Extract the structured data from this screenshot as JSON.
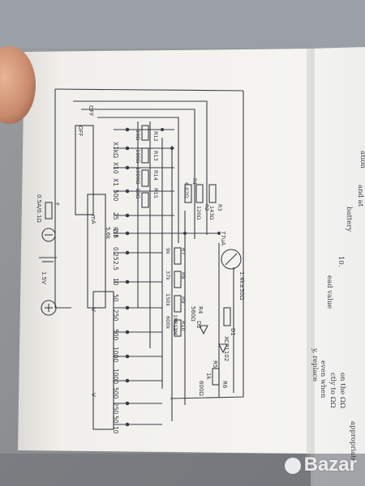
{
  "schematic": {
    "meter_label": "77uA",
    "meter_resistance": "1.4k±30Ω",
    "switch_off": "OFF",
    "switch_off2": "OFF",
    "battery_voltage": "1.5V",
    "fuse_label": "F",
    "fuse_rating": "0.5A/0.1Ω",
    "diode1": "D1",
    "diode1_type": "XCP1102",
    "diode2": "D2",
    "range_labels_top": [
      "X1kΩ",
      "X10",
      "X1"
    ],
    "current_ranges": [
      "500",
      "25",
      "2.5",
      "0.25"
    ],
    "voltage_ranges": [
      "2.5",
      "10",
      "50",
      "250",
      "500",
      "1000"
    ],
    "ac_ranges": [
      "1000",
      "500",
      "250",
      "50",
      "10"
    ],
    "res_top": [
      "R12",
      "R13",
      "R14",
      "R15"
    ],
    "res_top_values": [
      "10Ω",
      "180Ω",
      "1000Ω",
      "18Ω"
    ],
    "res_mid": [
      "R1",
      "R2",
      "R3"
    ],
    "res_mid_values": [
      "6.02Ω",
      "120Ω",
      "143Ω"
    ],
    "res_bottom": [
      "R7",
      "R8",
      "R9",
      "R10",
      "R11"
    ],
    "res_bottom_values": [
      "9k",
      "37k",
      "150k",
      "600k",
      "1M",
      "2M"
    ],
    "r4": "R4",
    "r4_value": "560Ω",
    "r5": "R5",
    "r6": "R6",
    "r6_value": "1k",
    "r6b_value": "600Ω",
    "r16": "R16",
    "r16_value": "5.6k",
    "labels_mA": "mA",
    "labels_V": "V",
    "labels_Vac": "V"
  },
  "right_page_text": [
    "appropriate",
    "on the ΩΩ",
    "ctly to ΩΩ",
    "even when",
    "y, replace",
    "ead value",
    "10.",
    "and at",
    "battery",
    "ation"
  ],
  "watermark": "Bazar"
}
